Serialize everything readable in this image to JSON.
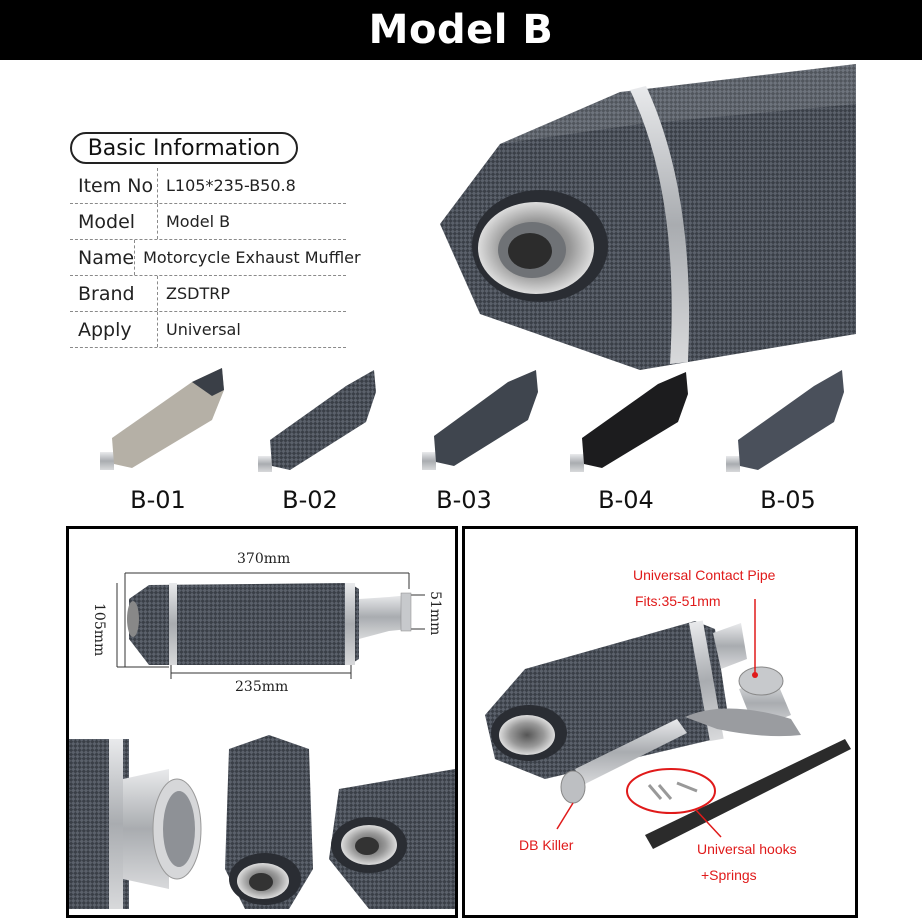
{
  "banner": {
    "title": "Model B"
  },
  "basic_info": {
    "title": "Basic Information",
    "rows": [
      {
        "key": "Item No",
        "value": "L105*235-B50.8"
      },
      {
        "key": "Model",
        "value": "Model B"
      },
      {
        "key": "Name",
        "value": "Motorcycle Exhaust Muffler"
      },
      {
        "key": "Brand",
        "value": "ZSDTRP"
      },
      {
        "key": "Apply",
        "value": "Universal"
      }
    ]
  },
  "variants": [
    {
      "label": "B-01",
      "finish": "brushed-steel",
      "color": "#b5b0a6"
    },
    {
      "label": "B-02",
      "finish": "carbon-fiber",
      "color": "#4a4e55"
    },
    {
      "label": "B-03",
      "finish": "dark-metallic",
      "color": "#3f454e"
    },
    {
      "label": "B-04",
      "finish": "matte-black",
      "color": "#1c1c1e"
    },
    {
      "label": "B-05",
      "finish": "dark-metallic",
      "color": "#4a505b"
    }
  ],
  "dimensions": {
    "overall_length": "370mm",
    "height": "105mm",
    "inlet_diameter": "51mm",
    "body_length": "235mm"
  },
  "parts": {
    "contact_pipe_title": "Universal Contact Pipe",
    "contact_pipe_fits": "Fits:35-51mm",
    "db_killer": "DB Killer",
    "hooks_line1": "Universal hooks",
    "hooks_line2": "+Springs"
  },
  "colors": {
    "banner_bg": "#000000",
    "callout": "#e01a1a",
    "steel": "#c7c9cc"
  }
}
